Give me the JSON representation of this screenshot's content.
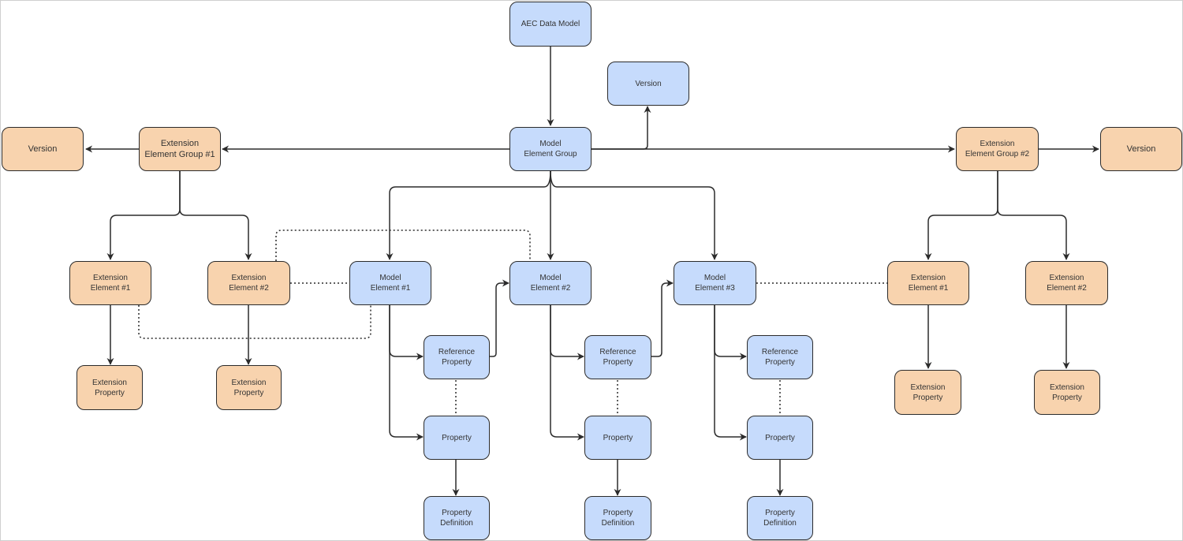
{
  "diagram": {
    "colors": {
      "model": "#c6dbfc",
      "extension": "#f8d3ae",
      "stroke": "#2b2b2b"
    },
    "nodes": {
      "aec_data_model": "AEC Data Model",
      "version_top": "Version",
      "model_element_group": "Model\nElement Group",
      "version_left": "Version",
      "extension_group_1": "Extension\nElement Group #1",
      "extension_group_2": "Extension\nElement Group #2",
      "version_right": "Version",
      "left_extension_element_1": "Extension\nElement #1",
      "left_extension_element_2": "Extension\nElement #2",
      "left_extension_property_1": "Extension\nProperty",
      "left_extension_property_2": "Extension\nProperty",
      "model_element_1": "Model\nElement #1",
      "model_element_2": "Model\nElement #2",
      "model_element_3": "Model\nElement #3",
      "reference_property_1": "Reference\nProperty",
      "reference_property_2": "Reference\nProperty",
      "reference_property_3": "Reference\nProperty",
      "property_1": "Property",
      "property_2": "Property",
      "property_3": "Property",
      "property_definition_1": "Property\nDefinition",
      "property_definition_2": "Property\nDefinition",
      "property_definition_3": "Property\nDefinition",
      "right_extension_element_1": "Extension\nElement #1",
      "right_extension_element_2": "Extension\nElement #2",
      "right_extension_property_1": "Extension\nProperty",
      "right_extension_property_2": "Extension\nProperty"
    }
  }
}
